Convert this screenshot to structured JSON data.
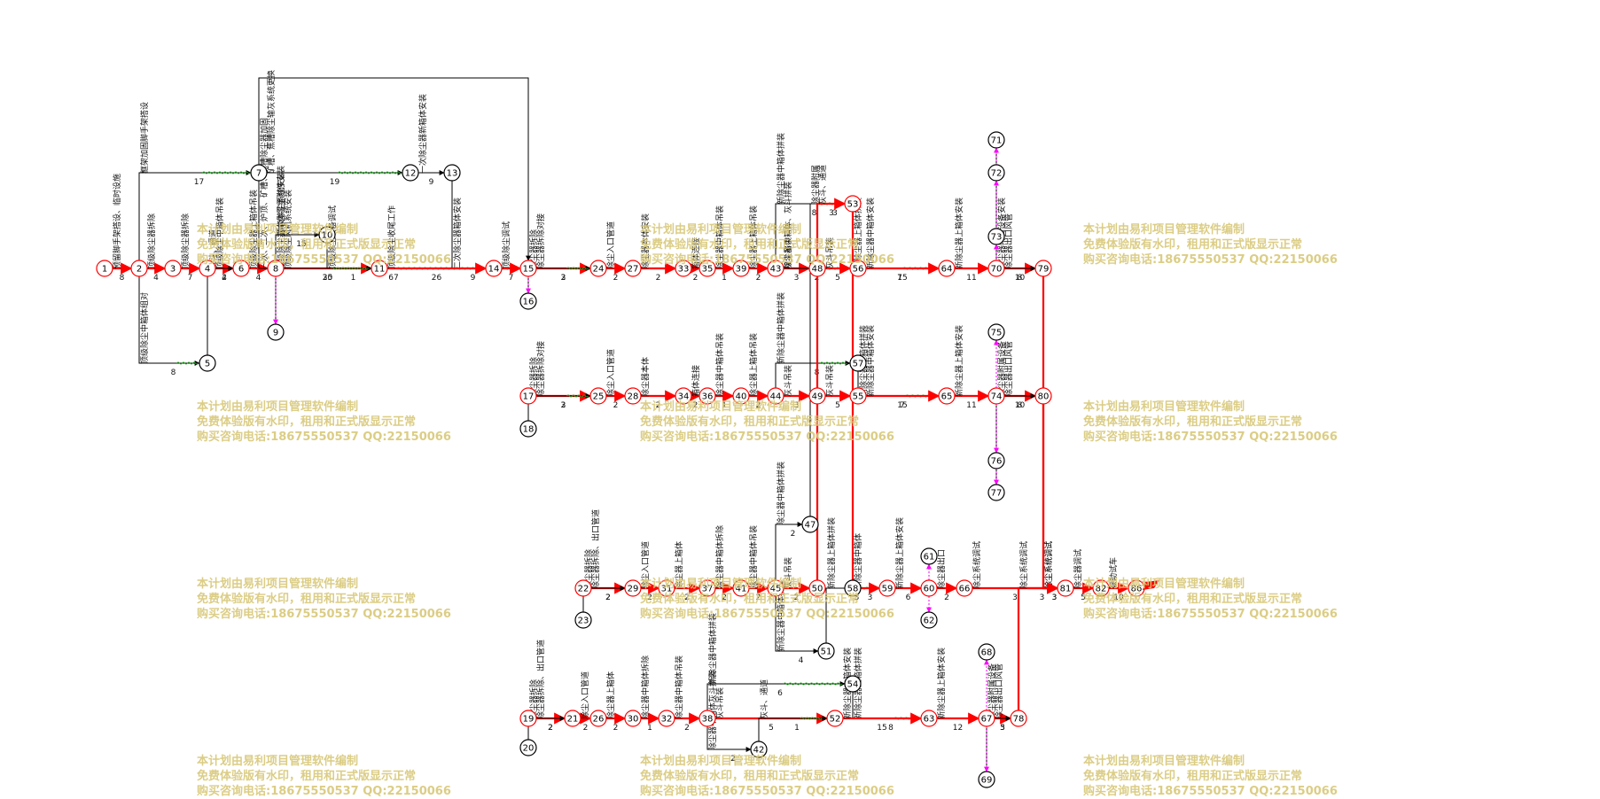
{
  "watermark": {
    "line1": "本计划由易利项目管理软件编制",
    "line2": "免费体验版有水印，租用和正式版显示正常",
    "line3": "购买咨询电话:18675550537 QQ:22150066"
  },
  "network": {
    "nodes": [
      {
        "id": "1",
        "critical": true
      },
      {
        "id": "2",
        "critical": true
      },
      {
        "id": "3",
        "critical": true
      },
      {
        "id": "4",
        "critical": true
      },
      {
        "id": "5",
        "critical": false
      },
      {
        "id": "6",
        "critical": true
      },
      {
        "id": "7",
        "critical": false
      },
      {
        "id": "8",
        "critical": true
      },
      {
        "id": "9",
        "critical": false
      },
      {
        "id": "10",
        "critical": false
      },
      {
        "id": "11",
        "critical": true
      },
      {
        "id": "12",
        "critical": false
      },
      {
        "id": "13",
        "critical": false
      },
      {
        "id": "14",
        "critical": true
      },
      {
        "id": "15",
        "critical": true
      },
      {
        "id": "16",
        "critical": false
      },
      {
        "id": "17",
        "critical": true
      },
      {
        "id": "18",
        "critical": false
      },
      {
        "id": "19",
        "critical": true
      },
      {
        "id": "20",
        "critical": false
      },
      {
        "id": "21",
        "critical": true
      },
      {
        "id": "22",
        "critical": true
      },
      {
        "id": "23",
        "critical": false
      },
      {
        "id": "24",
        "critical": true
      },
      {
        "id": "25",
        "critical": true
      },
      {
        "id": "26",
        "critical": true
      },
      {
        "id": "27",
        "critical": true
      },
      {
        "id": "28",
        "critical": true
      },
      {
        "id": "29",
        "critical": true
      },
      {
        "id": "30",
        "critical": true
      },
      {
        "id": "31",
        "critical": true
      },
      {
        "id": "32",
        "critical": true
      },
      {
        "id": "33",
        "critical": true
      },
      {
        "id": "34",
        "critical": true
      },
      {
        "id": "35",
        "critical": true
      },
      {
        "id": "36",
        "critical": true
      },
      {
        "id": "37",
        "critical": true
      },
      {
        "id": "38",
        "critical": true
      },
      {
        "id": "39",
        "critical": true
      },
      {
        "id": "40",
        "critical": true
      },
      {
        "id": "41",
        "critical": true
      },
      {
        "id": "42",
        "critical": false
      },
      {
        "id": "43",
        "critical": true
      },
      {
        "id": "44",
        "critical": true
      },
      {
        "id": "45",
        "critical": true
      },
      {
        "id": "47",
        "critical": false
      },
      {
        "id": "48",
        "critical": true
      },
      {
        "id": "49",
        "critical": true
      },
      {
        "id": "50",
        "critical": true
      },
      {
        "id": "51",
        "critical": false
      },
      {
        "id": "52",
        "critical": true
      },
      {
        "id": "53",
        "critical": true
      },
      {
        "id": "54",
        "critical": false
      },
      {
        "id": "55",
        "critical": true
      },
      {
        "id": "56",
        "critical": true
      },
      {
        "id": "57",
        "critical": false
      },
      {
        "id": "58",
        "critical": false
      },
      {
        "id": "59",
        "critical": true
      },
      {
        "id": "60",
        "critical": true
      },
      {
        "id": "61",
        "critical": false
      },
      {
        "id": "62",
        "critical": false
      },
      {
        "id": "63",
        "critical": true
      },
      {
        "id": "64",
        "critical": true
      },
      {
        "id": "65",
        "critical": true
      },
      {
        "id": "66",
        "critical": true
      },
      {
        "id": "67",
        "critical": true
      },
      {
        "id": "68",
        "critical": false
      },
      {
        "id": "69",
        "critical": false
      },
      {
        "id": "70",
        "critical": true
      },
      {
        "id": "71",
        "critical": false
      },
      {
        "id": "72",
        "critical": false
      },
      {
        "id": "73",
        "critical": false
      },
      {
        "id": "74",
        "critical": true
      },
      {
        "id": "75",
        "critical": false
      },
      {
        "id": "76",
        "critical": false
      },
      {
        "id": "77",
        "critical": false
      },
      {
        "id": "78",
        "critical": true
      },
      {
        "id": "79",
        "critical": true
      },
      {
        "id": "80",
        "critical": true
      },
      {
        "id": "81",
        "critical": true
      },
      {
        "id": "82",
        "critical": true
      },
      {
        "id": "86",
        "critical": true
      }
    ],
    "activities": [
      {
        "from": "1",
        "to": "2",
        "duration": "8",
        "critical": true,
        "label": "预留脚手架搭设、临时设施"
      },
      {
        "from": "2",
        "to": "3",
        "duration": "4",
        "critical": true,
        "label": "顶级除尘器拆除"
      },
      {
        "from": "3",
        "to": "4",
        "duration": "7",
        "critical": true,
        "label": "顶级除尘器拆除"
      },
      {
        "from": "2",
        "to": "7",
        "duration": "17",
        "critical": false,
        "label": "框架加固脚手架搭设"
      },
      {
        "from": "2",
        "to": "5",
        "duration": "8",
        "critical": false,
        "label": "顶级除尘中箱体组对"
      },
      {
        "from": "4",
        "to": "6",
        "duration": "4",
        "critical": true,
        "label": "顶级除尘中箱体吊装"
      },
      {
        "from": "5",
        "to": "6",
        "duration": "2",
        "critical": false,
        "label": "灰斗、通道"
      },
      {
        "from": "6",
        "to": "8",
        "duration": "4",
        "critical": true,
        "label": "顶级除尘器上箱体吊装"
      },
      {
        "from": "7",
        "to": "12",
        "duration": "19",
        "critical": false,
        "label": "矿槽、焦槽除尘输灰系统更换"
      },
      {
        "from": "7",
        "to": "15",
        "duration": "67",
        "critical": false,
        "label": "一次、二次、炉顶、矿槽、焦槽除尘器加固"
      },
      {
        "from": "12",
        "to": "13",
        "duration": "9",
        "critical": false,
        "label": "一次除尘器新箱体安装"
      },
      {
        "from": "13",
        "to": "14",
        "duration": "9",
        "critical": false,
        "label": "二次除尘器箱体安装"
      },
      {
        "from": "8",
        "to": "10",
        "duration": "15",
        "critical": false,
        "label": "顶级除尘系统安装"
      },
      {
        "from": "8",
        "to": "11",
        "duration": "30",
        "critical": true,
        "label": "顶级除尘风机系统安装"
      },
      {
        "from": "10",
        "to": "11",
        "duration": "1",
        "critical": false,
        "label": "顶级除尘设备调试"
      },
      {
        "from": "9",
        "to": "11",
        "duration": "25",
        "critical": false,
        "label": "顶级除尘器本体零星附件安装"
      },
      {
        "from": "11",
        "to": "14",
        "duration": "26",
        "critical": true,
        "label": "顶级除尘收尾工作"
      },
      {
        "from": "14",
        "to": "15",
        "duration": "7",
        "critical": true,
        "label": "顶级除尘调试"
      },
      {
        "from": "15",
        "to": "24",
        "duration": "2",
        "critical": true,
        "label": "除尘器拆除对接"
      },
      {
        "from": "16",
        "to": "24",
        "duration": "3",
        "critical": false,
        "label": "除尘器拆除"
      },
      {
        "from": "24",
        "to": "27",
        "duration": "2",
        "critical": true,
        "label": "除尘入口管道"
      },
      {
        "from": "27",
        "to": "33",
        "duration": "2",
        "critical": true,
        "label": "除尘器本体安装"
      },
      {
        "from": "33",
        "to": "35",
        "duration": "2",
        "critical": true,
        "label": "箱体连接"
      },
      {
        "from": "35",
        "to": "39",
        "duration": "1",
        "critical": true,
        "label": "除尘器中箱体吊装"
      },
      {
        "from": "39",
        "to": "43",
        "duration": "2",
        "critical": true,
        "label": "除尘器上箱体吊装"
      },
      {
        "from": "43",
        "to": "48",
        "duration": "3",
        "critical": true,
        "label": "灰斗吊装"
      },
      {
        "from": "43",
        "to": "53",
        "duration": "8",
        "critical": false,
        "label": "新除尘器中箱体拼装"
      },
      {
        "from": "43",
        "to": "56",
        "duration": "2",
        "critical": false,
        "label": "除尘器中箱体、灰斗拼装"
      },
      {
        "from": "48",
        "to": "56",
        "duration": "5",
        "critical": true,
        "label": "灰斗吊装"
      },
      {
        "from": "53",
        "to": "64",
        "duration": "7",
        "critical": false,
        "label": "新除尘器上箱体拼装"
      },
      {
        "from": "56",
        "to": "64",
        "duration": "15",
        "critical": true,
        "label": "新除尘器中箱体安装"
      },
      {
        "from": "64",
        "to": "70",
        "duration": "11",
        "critical": true,
        "label": "新除尘器上箱体安装"
      },
      {
        "from": "70",
        "to": "79",
        "duration": "10",
        "critical": true,
        "label": "除尘器出口风管"
      },
      {
        "from": "71",
        "to": "79",
        "duration": "8",
        "critical": false,
        "label": "除尘器附属设备安装"
      },
      {
        "from": "79",
        "to": "81",
        "duration": "3",
        "critical": true,
        "label": "除尘系统调试"
      },
      {
        "from": "17",
        "to": "25",
        "duration": "2",
        "critical": true,
        "label": "除尘器拆除对接"
      },
      {
        "from": "18",
        "to": "25",
        "duration": "3",
        "critical": false,
        "label": "除尘器拆除"
      },
      {
        "from": "25",
        "to": "28",
        "duration": "2",
        "critical": true,
        "label": "除尘入口管道"
      },
      {
        "from": "28",
        "to": "34",
        "duration": "2",
        "critical": true,
        "label": "除尘器本体"
      },
      {
        "from": "34",
        "to": "36",
        "duration": "2",
        "critical": true,
        "label": "箱体连接"
      },
      {
        "from": "36",
        "to": "40",
        "duration": "1",
        "critical": true,
        "label": "除尘器中箱体吊装"
      },
      {
        "from": "40",
        "to": "44",
        "duration": "2",
        "critical": true,
        "label": "除尘器上箱体吊装"
      },
      {
        "from": "44",
        "to": "49",
        "duration": "3",
        "critical": true,
        "label": "灰斗吊装"
      },
      {
        "from": "44",
        "to": "57",
        "duration": "8",
        "critical": false,
        "label": "新除尘器中箱体拼装"
      },
      {
        "from": "49",
        "to": "55",
        "duration": "5",
        "critical": true,
        "label": "灰斗吊装"
      },
      {
        "from": "57",
        "to": "65",
        "duration": "7",
        "critical": false,
        "label": "新除尘器上箱体拼装"
      },
      {
        "from": "55",
        "to": "65",
        "duration": "15",
        "critical": true,
        "label": "新除尘器中箱体安装"
      },
      {
        "from": "65",
        "to": "74",
        "duration": "11",
        "critical": true,
        "label": "新除尘器上箱体安装"
      },
      {
        "from": "74",
        "to": "80",
        "duration": "10",
        "critical": true,
        "label": "除尘器出口风管"
      },
      {
        "from": "77",
        "to": "80",
        "duration": "8",
        "critical": false,
        "label": "除尘器附属设备"
      },
      {
        "from": "80",
        "to": "81",
        "duration": "3",
        "critical": true,
        "label": "除尘系统调试"
      },
      {
        "from": "22",
        "to": "29",
        "duration": "2",
        "critical": true,
        "label": "除尘器拆除、出口管道"
      },
      {
        "from": "23",
        "to": "29",
        "duration": "2",
        "critical": false,
        "label": "除尘器拆除"
      },
      {
        "from": "29",
        "to": "31",
        "duration": "2",
        "critical": true,
        "label": "除尘入口管道"
      },
      {
        "from": "31",
        "to": "37",
        "duration": "2",
        "critical": true,
        "label": "除尘器上箱体"
      },
      {
        "from": "37",
        "to": "41",
        "duration": "2",
        "critical": true,
        "label": "除尘器中箱体拆除"
      },
      {
        "from": "41",
        "to": "45",
        "duration": "2",
        "critical": true,
        "label": "除尘器中箱体吊装"
      },
      {
        "from": "45",
        "to": "47",
        "duration": "2",
        "critical": false,
        "label": "除尘器中箱体拼装"
      },
      {
        "from": "45",
        "to": "50",
        "duration": "2",
        "critical": true,
        "label": "灰斗吊装"
      },
      {
        "from": "45",
        "to": "51",
        "duration": "4",
        "critical": false,
        "label": "新除尘器中箱体拼装"
      },
      {
        "from": "47",
        "to": "53",
        "duration": "3",
        "critical": false,
        "label": "除尘器附属"
      },
      {
        "from": "50",
        "to": "53",
        "duration": "3",
        "critical": true,
        "label": "灰斗、通道"
      },
      {
        "from": "51",
        "to": "59",
        "duration": "3",
        "critical": false,
        "label": "新除尘器上箱体拼装"
      },
      {
        "from": "53",
        "to": "59",
        "duration": "3",
        "critical": true,
        "label": "新除尘器中箱体"
      },
      {
        "from": "59",
        "to": "60",
        "duration": "6",
        "critical": true,
        "label": "新除尘器上箱体安装"
      },
      {
        "from": "60",
        "to": "66",
        "duration": "2",
        "critical": true,
        "label": "除尘器出口"
      },
      {
        "from": "66",
        "to": "81",
        "duration": "3",
        "critical": true,
        "label": "除尘系统调试"
      },
      {
        "from": "19",
        "to": "21",
        "duration": "2",
        "critical": true,
        "label": "除尘器拆除、出口管道"
      },
      {
        "from": "20",
        "to": "21",
        "duration": "2",
        "critical": false,
        "label": "除尘器拆除"
      },
      {
        "from": "21",
        "to": "26",
        "duration": "2",
        "critical": true,
        "label": "除尘入口管道"
      },
      {
        "from": "26",
        "to": "30",
        "duration": "2",
        "critical": true,
        "label": "除尘器上箱体"
      },
      {
        "from": "30",
        "to": "32",
        "duration": "1",
        "critical": true,
        "label": "除尘器中箱体拆除"
      },
      {
        "from": "32",
        "to": "38",
        "duration": "2",
        "critical": true,
        "label": "除尘器中箱体吊装"
      },
      {
        "from": "38",
        "to": "54",
        "duration": "6",
        "critical": false,
        "label": "新除尘器中箱体拼装"
      },
      {
        "from": "38",
        "to": "42",
        "duration": "2",
        "critical": false,
        "label": "除尘器中箱体灰斗拼装"
      },
      {
        "from": "38",
        "to": "52",
        "duration": "5",
        "critical": true,
        "label": "灰斗吊装"
      },
      {
        "from": "42",
        "to": "52",
        "duration": "1",
        "critical": false,
        "label": "灰斗、通道"
      },
      {
        "from": "54",
        "to": "63",
        "duration": "8",
        "critical": false,
        "label": "新除尘器上箱体拼装"
      },
      {
        "from": "52",
        "to": "63",
        "duration": "15",
        "critical": true,
        "label": "新除尘器中箱体安装"
      },
      {
        "from": "63",
        "to": "67",
        "duration": "12",
        "critical": true,
        "label": "新除尘器上箱体安装"
      },
      {
        "from": "67",
        "to": "78",
        "duration": "5",
        "critical": true,
        "label": "除尘器出口风管"
      },
      {
        "from": "69",
        "to": "78",
        "duration": "3",
        "critical": false,
        "label": "除尘器附属设备"
      },
      {
        "from": "78",
        "to": "81",
        "duration": "3",
        "critical": true,
        "label": "除尘系统调试"
      },
      {
        "from": "81",
        "to": "82",
        "duration": "5",
        "critical": true,
        "label": "除尘器调试"
      },
      {
        "from": "82",
        "to": "86",
        "duration": "10",
        "critical": true,
        "label": "联动试车"
      }
    ]
  },
  "colors": {
    "critical": "#ff0000",
    "normal": "#000000",
    "free_float": "#22aa22",
    "dummy": "#ff00ff",
    "watermark": "#d8c878"
  }
}
